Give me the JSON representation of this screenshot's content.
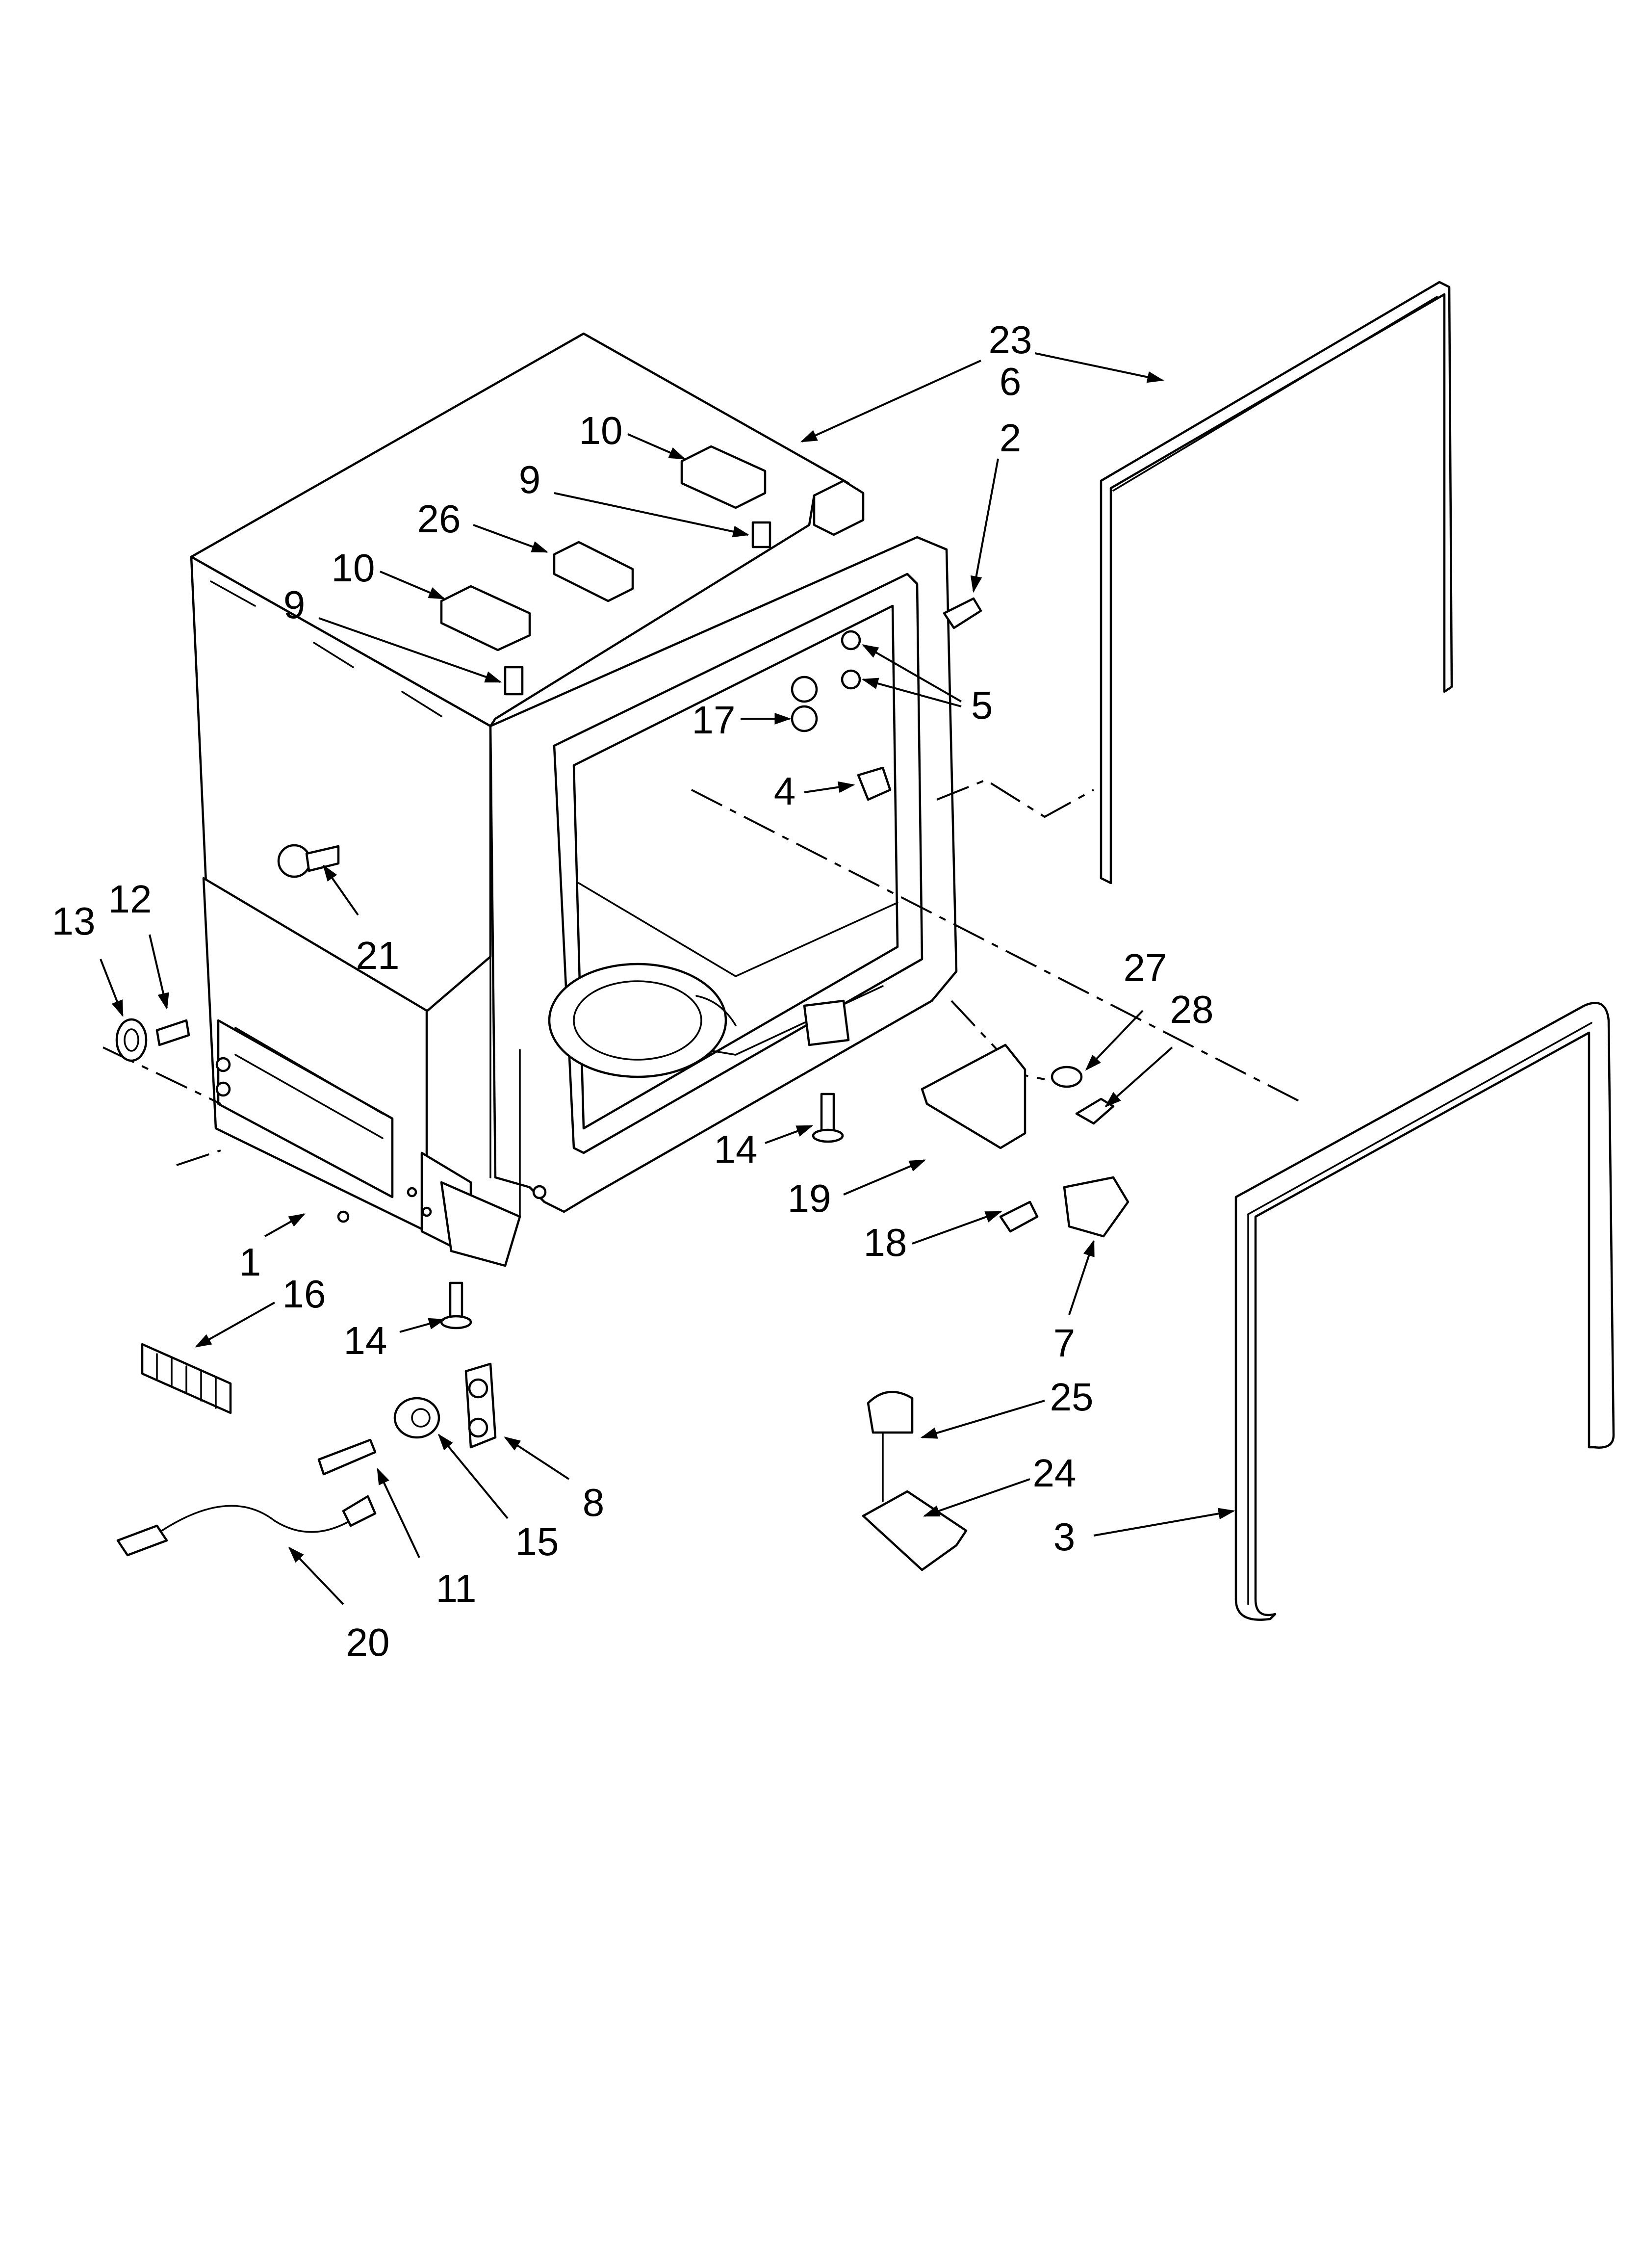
{
  "diagram": {
    "callouts": [
      "23",
      "6",
      "2",
      "10",
      "9",
      "26",
      "10",
      "9",
      "17",
      "5",
      "4",
      "21",
      "13",
      "12",
      "27",
      "28",
      "14",
      "19",
      "18",
      "1",
      "16",
      "14",
      "7",
      "8",
      "15",
      "25",
      "24",
      "3",
      "11",
      "20"
    ],
    "colors": {
      "line": "#000000",
      "background": "#ffffff",
      "shading": "#d8d8d8"
    }
  }
}
